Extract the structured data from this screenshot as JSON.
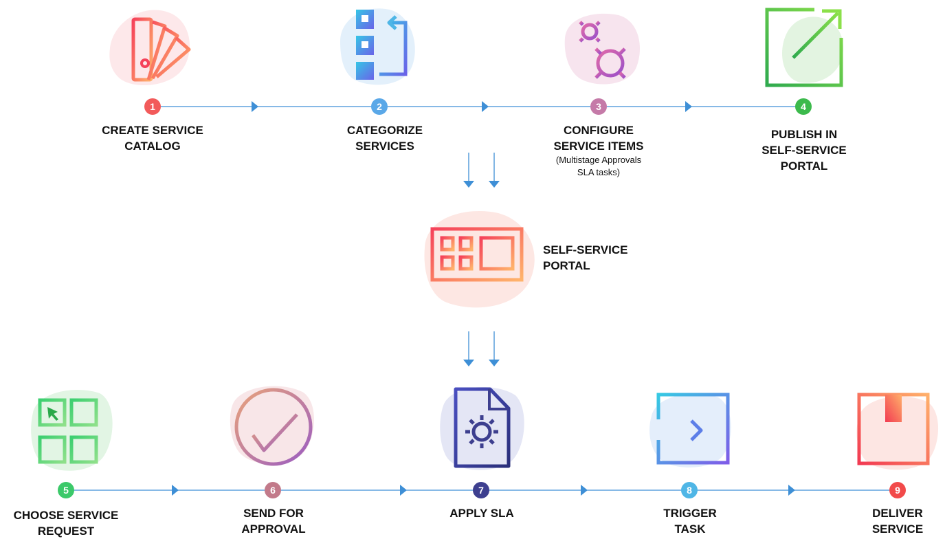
{
  "top_steps": [
    {
      "number": "1",
      "title_lines": [
        "CREATE SERVICE",
        "CATALOG"
      ],
      "note_lines": [],
      "icon": "catalog-fan-icon",
      "badge_color": "#f25a5a"
    },
    {
      "number": "2",
      "title_lines": [
        "CATEGORIZE",
        "SERVICES"
      ],
      "note_lines": [],
      "icon": "categorize-list-icon",
      "badge_color": "#5aa8e8"
    },
    {
      "number": "3",
      "title_lines": [
        "CONFIGURE",
        "SERVICE ITEMS"
      ],
      "note_lines": [
        "(Multistage Approvals",
        "SLA tasks)"
      ],
      "icon": "gears-icon",
      "badge_color": "#c57aa8"
    },
    {
      "number": "4",
      "title_lines": [
        "PUBLISH IN",
        "SELF-SERVICE",
        "PORTAL"
      ],
      "note_lines": [],
      "icon": "publish-arrow-icon",
      "badge_color": "#3cba4c"
    }
  ],
  "portal": {
    "title_lines": [
      "SELF-SERVICE",
      "PORTAL"
    ],
    "icon": "portal-screen-icon"
  },
  "bottom_steps": [
    {
      "number": "5",
      "title_lines": [
        "CHOOSE SERVICE",
        "REQUEST"
      ],
      "icon": "choose-grid-icon",
      "badge_color": "#3cc96a"
    },
    {
      "number": "6",
      "title_lines": [
        "SEND FOR",
        "APPROVAL"
      ],
      "icon": "approval-check-icon",
      "badge_color": "#c27a8a"
    },
    {
      "number": "7",
      "title_lines": [
        "APPLY SLA"
      ],
      "icon": "sla-document-icon",
      "badge_color": "#3d3f8f"
    },
    {
      "number": "8",
      "title_lines": [
        "TRIGGER",
        "TASK"
      ],
      "icon": "trigger-enter-icon",
      "badge_color": "#4fb6e6"
    },
    {
      "number": "9",
      "title_lines": [
        "DELIVER",
        "SERVICE"
      ],
      "icon": "deliver-box-icon",
      "badge_color": "#f24a4a"
    }
  ],
  "colors": {
    "connector": "#3e8fd6",
    "text": "#111111"
  }
}
